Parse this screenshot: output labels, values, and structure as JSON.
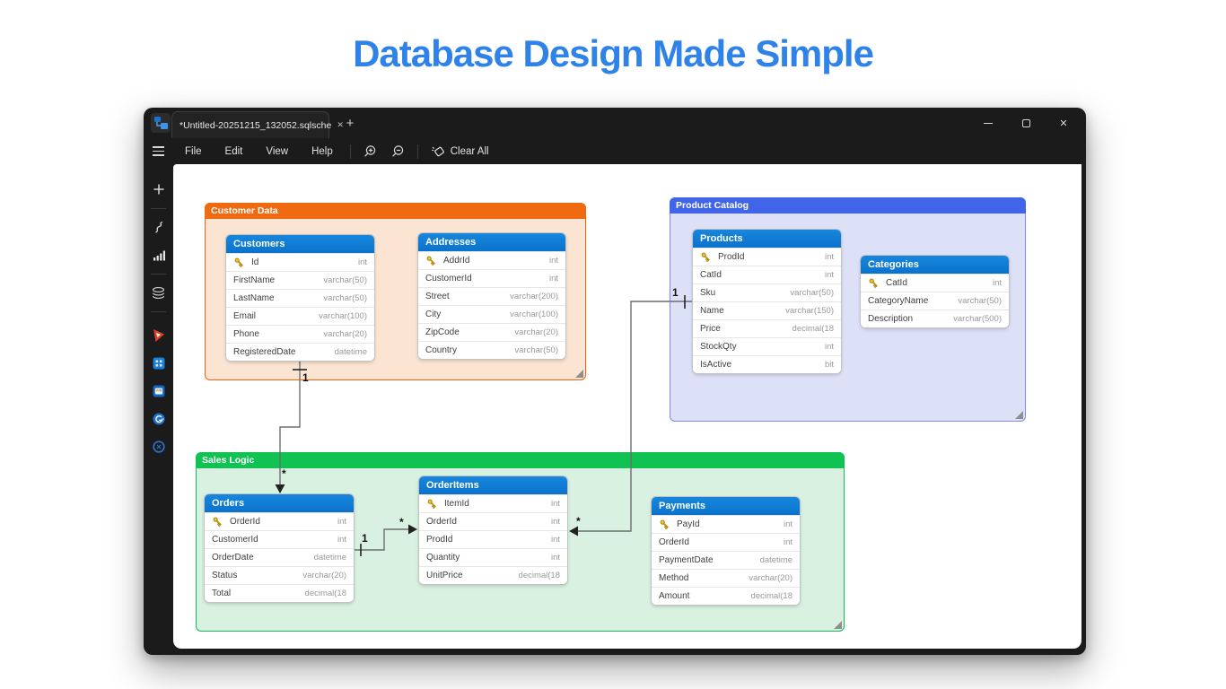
{
  "page": {
    "title": "Database Design Made Simple",
    "title_color": "#2E82E8"
  },
  "window": {
    "tab": {
      "title": "*Untitled-20251215_132052.sqlsche",
      "close_glyph": "✕",
      "new_tab_glyph": "+"
    },
    "controls": {
      "minimize": "minimize",
      "maximize": "maximize",
      "close": "✕"
    },
    "menu": {
      "items": [
        "File",
        "Edit",
        "View",
        "Help"
      ],
      "clear_all_label": "Clear All"
    }
  },
  "sidebar": {
    "icons": [
      "add-node",
      "freeform-connector",
      "stats-bars",
      "layers",
      "red-logo-app",
      "grid-app",
      "slides-app",
      "drive-app",
      "target-app"
    ]
  },
  "diagram": {
    "table_header_color": "#0E7AD4",
    "groups": [
      {
        "id": "customer-data",
        "label": "Customer Data",
        "header": "#F06A12",
        "body": "#FBE4D2",
        "border": "#E8660F"
      },
      {
        "id": "product-catalog",
        "label": "Product Catalog",
        "header": "#4165E8",
        "body": "#DDE1F8",
        "border": "#7C8CE8"
      },
      {
        "id": "sales-logic",
        "label": "Sales Logic",
        "header": "#0FC252",
        "body": "#D8F1E0",
        "border": "#17B859"
      }
    ],
    "tables": [
      {
        "id": "customers",
        "title": "Customers",
        "columns": [
          {
            "name": "Id",
            "type": "int",
            "pk": true
          },
          {
            "name": "FirstName",
            "type": "varchar(50)"
          },
          {
            "name": "LastName",
            "type": "varchar(50)"
          },
          {
            "name": "Email",
            "type": "varchar(100)"
          },
          {
            "name": "Phone",
            "type": "varchar(20)"
          },
          {
            "name": "RegisteredDate",
            "type": "datetime"
          }
        ]
      },
      {
        "id": "addresses",
        "title": "Addresses",
        "columns": [
          {
            "name": "AddrId",
            "type": "int",
            "pk": true
          },
          {
            "name": "CustomerId",
            "type": "int"
          },
          {
            "name": "Street",
            "type": "varchar(200)"
          },
          {
            "name": "City",
            "type": "varchar(100)"
          },
          {
            "name": "ZipCode",
            "type": "varchar(20)"
          },
          {
            "name": "Country",
            "type": "varchar(50)"
          }
        ]
      },
      {
        "id": "products",
        "title": "Products",
        "columns": [
          {
            "name": "ProdId",
            "type": "int",
            "pk": true
          },
          {
            "name": "CatId",
            "type": "int"
          },
          {
            "name": "Sku",
            "type": "varchar(50)"
          },
          {
            "name": "Name",
            "type": "varchar(150)"
          },
          {
            "name": "Price",
            "type": "decimal(18"
          },
          {
            "name": "StockQty",
            "type": "int"
          },
          {
            "name": "IsActive",
            "type": "bit"
          }
        ]
      },
      {
        "id": "categories",
        "title": "Categories",
        "columns": [
          {
            "name": "CatId",
            "type": "int",
            "pk": true
          },
          {
            "name": "CategoryName",
            "type": "varchar(50)"
          },
          {
            "name": "Description",
            "type": "varchar(500)"
          }
        ]
      },
      {
        "id": "orders",
        "title": "Orders",
        "columns": [
          {
            "name": "OrderId",
            "type": "int",
            "pk": true
          },
          {
            "name": "CustomerId",
            "type": "int"
          },
          {
            "name": "OrderDate",
            "type": "datetime"
          },
          {
            "name": "Status",
            "type": "varchar(20)"
          },
          {
            "name": "Total",
            "type": "decimal(18"
          }
        ]
      },
      {
        "id": "orderitems",
        "title": "OrderItems",
        "columns": [
          {
            "name": "ItemId",
            "type": "int",
            "pk": true
          },
          {
            "name": "OrderId",
            "type": "int"
          },
          {
            "name": "ProdId",
            "type": "int"
          },
          {
            "name": "Quantity",
            "type": "int"
          },
          {
            "name": "UnitPrice",
            "type": "decimal(18"
          }
        ]
      },
      {
        "id": "payments",
        "title": "Payments",
        "columns": [
          {
            "name": "PayId",
            "type": "int",
            "pk": true
          },
          {
            "name": "OrderId",
            "type": "int"
          },
          {
            "name": "PaymentDate",
            "type": "datetime"
          },
          {
            "name": "Method",
            "type": "varchar(20)"
          },
          {
            "name": "Amount",
            "type": "decimal(18"
          }
        ]
      }
    ],
    "relations": [
      {
        "id": "customers-orders",
        "one_label": "1",
        "many_label": "*"
      },
      {
        "id": "orders-orderitems",
        "one_label": "1",
        "many_label": "*"
      },
      {
        "id": "products-orderitems",
        "one_label": "1",
        "many_label": "*"
      }
    ]
  }
}
